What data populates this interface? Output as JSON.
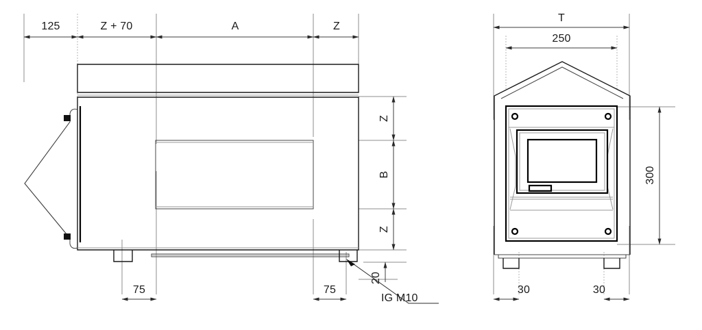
{
  "drawing": {
    "title": "Technical dimension drawing - side view and front view",
    "units_note": "",
    "line_color": "#1a1a1a",
    "dim_color": "#3c3c3c",
    "ext_color": "#8c8c8c",
    "background": "#ffffff"
  },
  "side_view": {
    "name": "side-view",
    "top_chain": [
      {
        "label": "125"
      },
      {
        "label": "Z + 70"
      },
      {
        "label": "A"
      },
      {
        "label": "Z"
      }
    ],
    "right_chain": [
      {
        "label": "Z"
      },
      {
        "label": "B"
      },
      {
        "label": "Z"
      },
      {
        "label": "20"
      }
    ],
    "bottom_chain": [
      {
        "label": "75"
      },
      {
        "label": "75"
      }
    ],
    "annotation": {
      "label": "IG M10"
    }
  },
  "front_view": {
    "name": "front-view",
    "top_chain": [
      {
        "label": "T"
      },
      {
        "label": "250"
      }
    ],
    "right_chain": [
      {
        "label": "300"
      }
    ],
    "bottom_chain": [
      {
        "label": "30"
      },
      {
        "label": "30"
      }
    ]
  }
}
